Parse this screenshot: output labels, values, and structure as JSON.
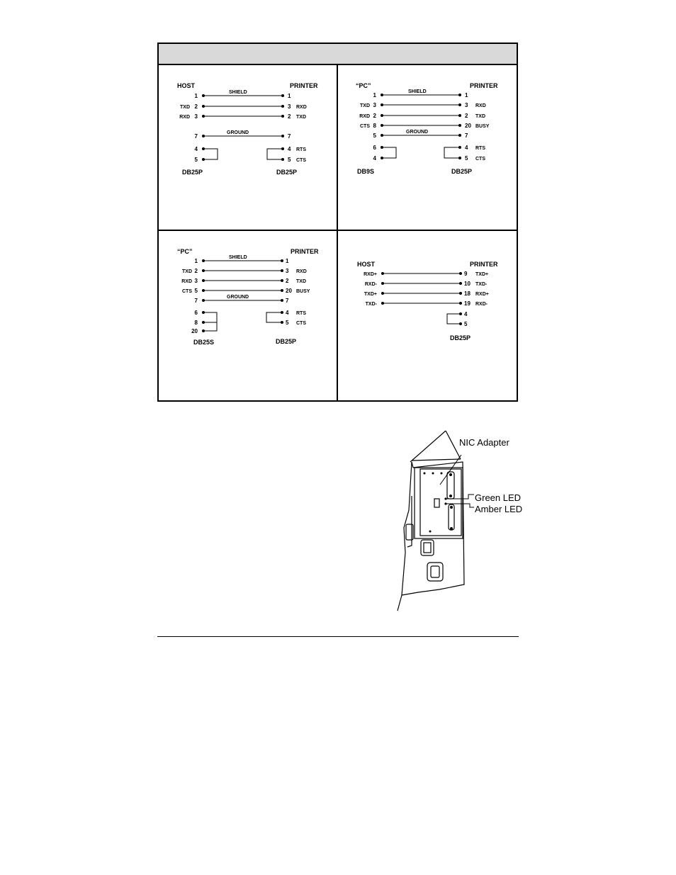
{
  "table_header": "",
  "diagrams": {
    "d1": {
      "left_title": "HOST",
      "right_title": "PRINTER",
      "shield": "SHIELD",
      "ground": "GROUND",
      "l_pins": [
        "1",
        "2",
        "3",
        "7",
        "4",
        "5"
      ],
      "l_sigs": [
        "TXD",
        "RXD"
      ],
      "r_pins": [
        "1",
        "3",
        "2",
        "7",
        "4",
        "5"
      ],
      "r_sigs": [
        "RXD",
        "TXD",
        "RTS",
        "CTS"
      ],
      "left_connector": "DB25P",
      "right_connector": "DB25P"
    },
    "d2": {
      "left_title": "“PC”",
      "right_title": "PRINTER",
      "shield": "SHIELD",
      "ground": "GROUND",
      "l_pins": [
        "1",
        "3",
        "2",
        "8",
        "5",
        "6",
        "4"
      ],
      "l_sigs": [
        "TXD",
        "RXD",
        "CTS"
      ],
      "r_pins": [
        "1",
        "3",
        "2",
        "20",
        "7",
        "4",
        "5"
      ],
      "r_sigs": [
        "RXD",
        "TXD",
        "BUSY",
        "RTS",
        "CTS"
      ],
      "left_connector": "DB9S",
      "right_connector": "DB25P"
    },
    "d3": {
      "left_title": "“PC”",
      "right_title": "PRINTER",
      "shield": "SHIELD",
      "ground": "GROUND",
      "l_pins": [
        "1",
        "2",
        "3",
        "5",
        "7",
        "6",
        "8",
        "20"
      ],
      "l_sigs": [
        "TXD",
        "RXD",
        "CTS"
      ],
      "r_pins": [
        "1",
        "3",
        "2",
        "20",
        "7",
        "4",
        "5"
      ],
      "r_sigs": [
        "RXD",
        "TXD",
        "BUSY",
        "RTS",
        "CTS"
      ],
      "left_connector": "DB25S",
      "right_connector": "DB25P"
    },
    "d4": {
      "left_title": "HOST",
      "right_title": "PRINTER",
      "l_sigs": [
        "RXD+",
        "RXD-",
        "TXD+",
        "TXD-"
      ],
      "r_pins": [
        "9",
        "10",
        "18",
        "19",
        "4",
        "5"
      ],
      "r_sigs": [
        "TXD+",
        "TXD-",
        "RXD+",
        "RXD-"
      ],
      "right_connector": "DB25P"
    }
  },
  "nic_figure": {
    "labels": {
      "nic": "NIC Adapter",
      "green": "Green LED",
      "amber": "Amber LED"
    }
  },
  "colors": {
    "header_fill": "#d9d9d9",
    "line": "#000000"
  }
}
